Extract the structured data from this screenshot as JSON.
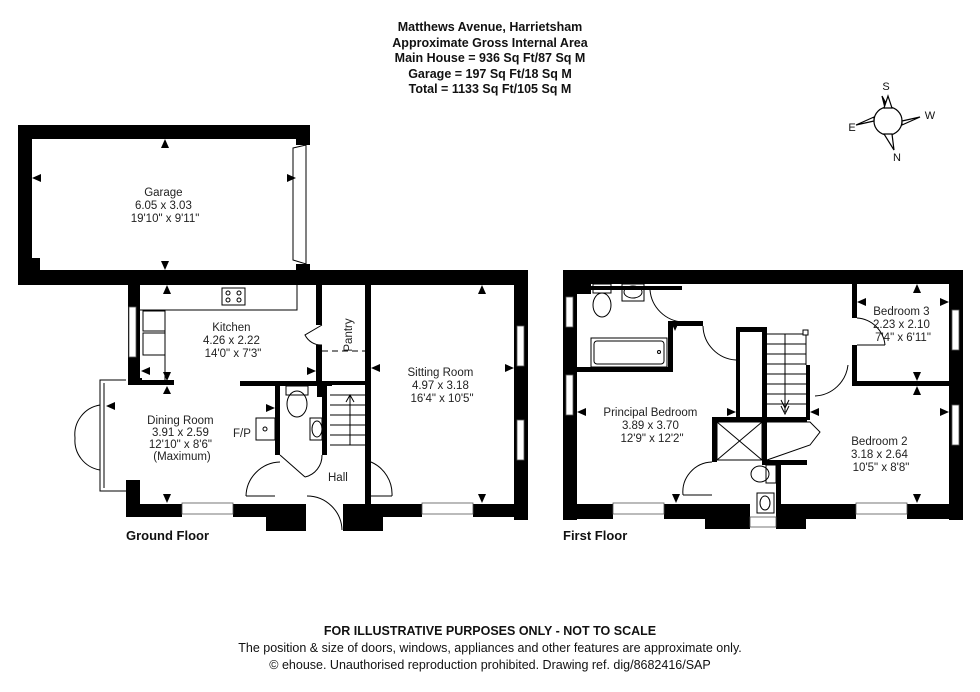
{
  "header": {
    "title": "Matthews Avenue, Harrietsham",
    "subtitle": "Approximate Gross Internal Area",
    "main_house": "Main House = 936 Sq Ft/87 Sq M",
    "garage": "Garage = 197 Sq Ft/18 Sq M",
    "total": "Total = 1133 Sq Ft/105 Sq M"
  },
  "compass": {
    "icon": "compass-rose-icon",
    "top": "S",
    "right": "W",
    "bottom": "N",
    "left": "E"
  },
  "ground_floor": {
    "label": "Ground Floor",
    "rooms": {
      "garage": {
        "name": "Garage",
        "metric": "6.05 x 3.03",
        "imperial": "19'10\" x 9'11\""
      },
      "kitchen": {
        "name": "Kitchen",
        "metric": "4.26 x 2.22",
        "imperial": "14'0\" x 7'3\""
      },
      "pantry": {
        "name": "Pantry"
      },
      "sitting_room": {
        "name": "Sitting Room",
        "metric": "4.97 x 3.18",
        "imperial": "16'4\" x 10'5\""
      },
      "dining_room": {
        "name": "Dining Room",
        "metric": "3.91 x 2.59",
        "imperial": "12'10\" x 8'6\"",
        "note": "(Maximum)"
      },
      "fireplace": {
        "name": "F/P"
      },
      "hall": {
        "name": "Hall"
      }
    }
  },
  "first_floor": {
    "label": "First Floor",
    "rooms": {
      "principal_bedroom": {
        "name": "Principal Bedroom",
        "metric": "3.89 x 3.70",
        "imperial": "12'9\" x 12'2\""
      },
      "bedroom_2": {
        "name": "Bedroom 2",
        "metric": "3.18 x 2.64",
        "imperial": "10'5\" x 8'8\""
      },
      "bedroom_3": {
        "name": "Bedroom 3",
        "metric": "2.23 x 2.10",
        "imperial": "7'4\" x 6'11\""
      }
    }
  },
  "footer": {
    "disclaimer": "FOR ILLUSTRATIVE PURPOSES ONLY - NOT TO SCALE",
    "note": "The position & size of doors, windows, appliances and other features are approximate only.",
    "copyright": "© ehouse. Unauthorised reproduction prohibited. Drawing ref. dig/8682416/SAP"
  }
}
